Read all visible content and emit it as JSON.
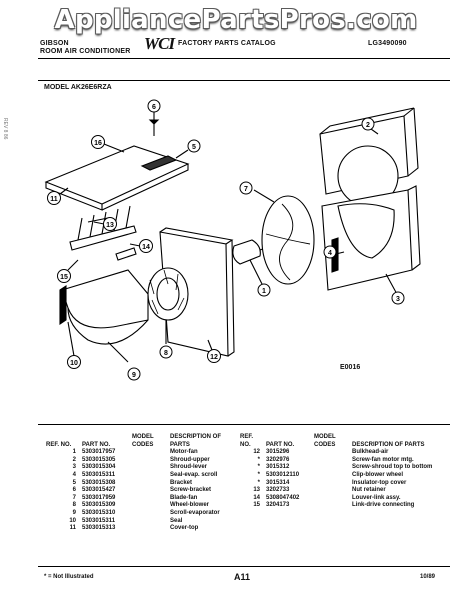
{
  "watermark": "AppliancePartsPros.com",
  "header": {
    "brand": "GIBSON",
    "product": "ROOM AIR CONDITIONER",
    "logo": "WCI",
    "catalog": "FACTORY PARTS CATALOG",
    "catalog_no": "LG3490090",
    "model_label": "MODEL AK26E6RZA"
  },
  "diagram": {
    "code": "E0016",
    "callouts": [
      "1",
      "2",
      "3",
      "4",
      "5",
      "6",
      "7",
      "8",
      "9",
      "10",
      "11",
      "12",
      "13",
      "14",
      "15",
      "16"
    ],
    "star_marks": [
      "*",
      "*",
      "*"
    ]
  },
  "table": {
    "headers": {
      "ref": "REF. NO.",
      "part": "PART NO.",
      "model": "MODEL CODES",
      "desc": "DESCRIPTION OF PARTS"
    },
    "left_rows": [
      {
        "ref": "1",
        "part": "5303017957",
        "desc": "Motor-fan"
      },
      {
        "ref": "2",
        "part": "5303015305",
        "desc": "Shroud-upper"
      },
      {
        "ref": "3",
        "part": "5303015304",
        "desc": "Shroud-lever"
      },
      {
        "ref": "4",
        "part": "5303015311",
        "desc": "Seal-evap. scroll"
      },
      {
        "ref": "5",
        "part": "5303015308",
        "desc": "Bracket"
      },
      {
        "ref": "6",
        "part": "5303015427",
        "desc": "Screw-bracket"
      },
      {
        "ref": "7",
        "part": "5303017959",
        "desc": "Blade-fan"
      },
      {
        "ref": "8",
        "part": "5303015309",
        "desc": "Wheel-blower"
      },
      {
        "ref": "9",
        "part": "5303015310",
        "desc": "Scroll-evaporator"
      },
      {
        "ref": "10",
        "part": "5303015311",
        "desc": "Seal"
      },
      {
        "ref": "11",
        "part": "5303015313",
        "desc": "Cover-top"
      }
    ],
    "right_rows": [
      {
        "ref": "12",
        "part": "3015296",
        "desc": "Bulkhead-air"
      },
      {
        "ref": "*",
        "part": "3202976",
        "desc": "Screw-fan motor mtg."
      },
      {
        "ref": "*",
        "part": "3015312",
        "desc": "Screw-shroud top to bottom"
      },
      {
        "ref": "*",
        "part": "5303012110",
        "desc": "Clip-blower wheel"
      },
      {
        "ref": "*",
        "part": "3015314",
        "desc": "Insulator-top cover"
      },
      {
        "ref": "13",
        "part": "3202733",
        "desc": "Nut retainer"
      },
      {
        "ref": "14",
        "part": "5308047402",
        "desc": "Louver-link assy."
      },
      {
        "ref": "15",
        "part": "3204173",
        "desc": "Link-drive connecting"
      }
    ]
  },
  "footer": {
    "note": "* = Not Illustrated",
    "page": "A11",
    "date": "10/89"
  },
  "side_mark": "REV 8 86"
}
